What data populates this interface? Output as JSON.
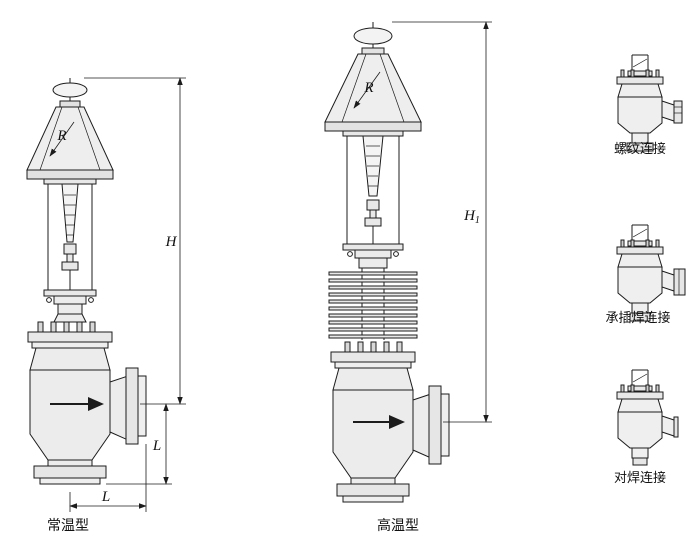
{
  "page": {
    "background": "#ffffff"
  },
  "captions": {
    "normal_temp": "常温型",
    "high_temp": "高温型"
  },
  "connections": [
    {
      "label": "螺纹连接"
    },
    {
      "label": "承插焊连接"
    },
    {
      "label": "对焊连接"
    }
  ],
  "dimensions": {
    "left": {
      "r": "R",
      "h": "H",
      "l_vertical": "L",
      "l_horizontal": "L"
    },
    "middle": {
      "r": "R",
      "h_main": "H",
      "h_sub": "1"
    }
  },
  "colors": {
    "line": "#1c1c1c",
    "fill_light": "#efefef",
    "fill_mid": "#e2e2e2"
  }
}
